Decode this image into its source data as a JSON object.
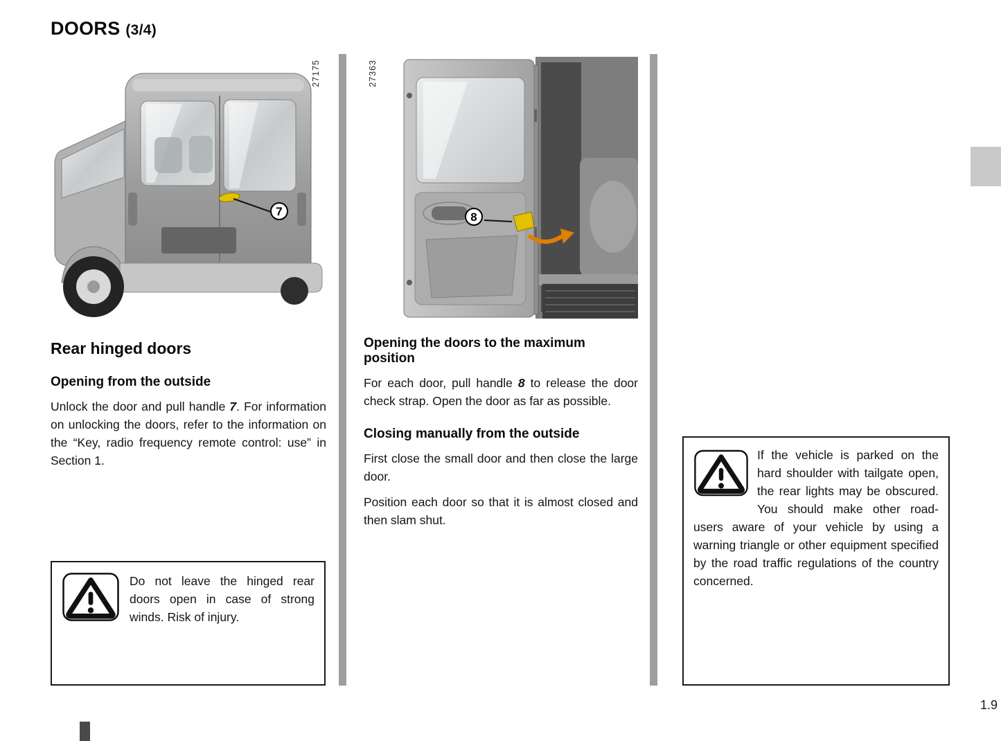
{
  "header": {
    "title": "DOORS",
    "subtitle": "(3/4)"
  },
  "figures": {
    "left": {
      "number": "27175",
      "callout": "7"
    },
    "middle": {
      "number": "27363",
      "callout": "8"
    }
  },
  "left_column": {
    "heading": "Rear hinged doors",
    "subheading": "Opening from the outside",
    "para_before": "Unlock the door and pull handle ",
    "para_bold": "7",
    "para_after": ". For information on unlocking the doors, refer to the information on the “Key, radio frequency remote control: use” in Section 1.",
    "warning_text": "Do not leave the hinged rear doors open in case of strong winds. Risk of injury."
  },
  "middle_column": {
    "heading1": "Opening the doors to the maximum position",
    "para1_before": "For each door, pull handle ",
    "para1_bold": "8",
    "para1_after": " to release the door check strap. Open the door as far as possible.",
    "heading2": "Closing manually from the outside",
    "para2": "First close the small door and then close the large door.",
    "para3": "Position each door so that it is almost closed and then slam shut."
  },
  "right_column": {
    "warning_text": "If the vehicle is parked on the hard shoulder with tailgate open, the rear lights may be obscured. You should make other road-users aware of your vehicle by using a warning triangle or other equipment specified by the road traffic regulations of the country concerned."
  },
  "footer": {
    "page_number": "1.9"
  }
}
